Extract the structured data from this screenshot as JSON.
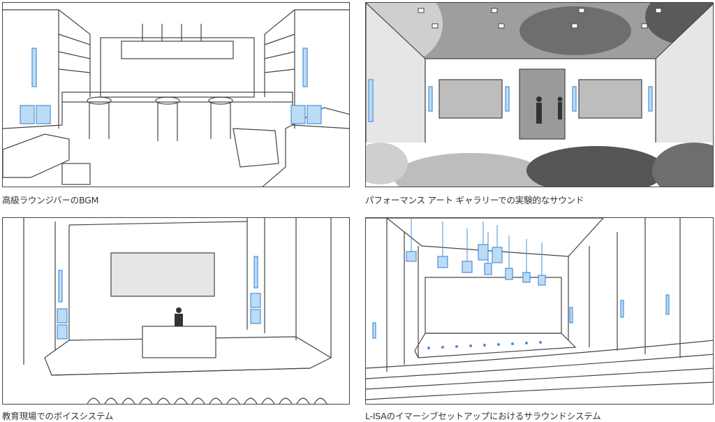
{
  "panels": [
    {
      "caption": "高級ラウンジバーのBGM"
    },
    {
      "caption": "パフォーマンス アート ギャラリーでの実験的なサウンド"
    },
    {
      "caption": "教育現場でのボイスシステム"
    },
    {
      "caption": "L-ISAのイマーシブセットアップにおけるサラウンドシステム"
    }
  ],
  "colors": {
    "line": "#444444",
    "speaker_fill": "#bcdcf5",
    "speaker_stroke": "#4a90d9",
    "gray_dark": "#555555",
    "gray_light": "#bdbdbd"
  }
}
